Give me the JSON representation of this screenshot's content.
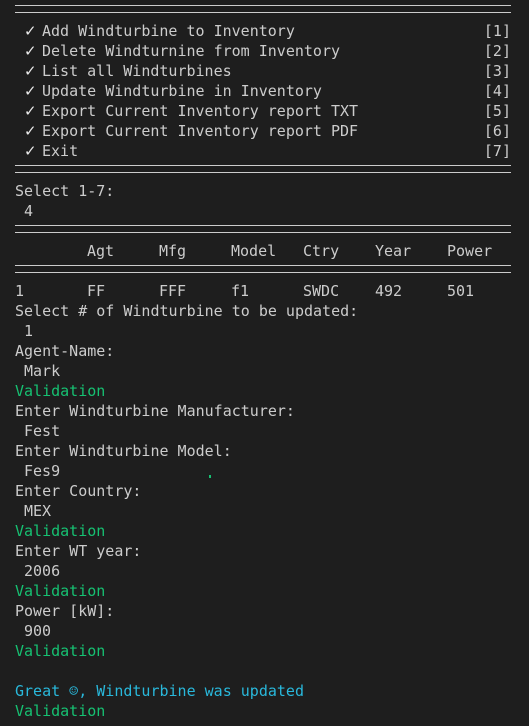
{
  "menu": {
    "items": [
      {
        "check": "✓",
        "label": "Add Windturbine to Inventory",
        "key": "[1]"
      },
      {
        "check": "✓",
        "label": "Delete Windturnine from Inventory",
        "key": "[2]"
      },
      {
        "check": "✓",
        "label": "List all Windturbines",
        "key": "[3]"
      },
      {
        "check": "✓",
        "label": "Update Windturbine in Inventory",
        "key": "[4]"
      },
      {
        "check": "✓",
        "label": "Export Current Inventory report TXT",
        "key": "[5]"
      },
      {
        "check": "✓",
        "label": "Export Current Inventory report PDF",
        "key": "[6]"
      },
      {
        "check": "✓",
        "label": "Exit",
        "key": "[7]"
      }
    ],
    "select_prompt": "Select 1-7:",
    "selected": "4"
  },
  "table": {
    "headers": [
      "Agt",
      "Mfg",
      "Model",
      "Ctry",
      "Year",
      "Power"
    ],
    "rows": [
      {
        "num": "1",
        "cells": [
          "FF",
          "FFF",
          "f1",
          "SWDC",
          "492",
          "501"
        ]
      }
    ]
  },
  "update": {
    "select_prompt": "Select # of Windturbine to be updated:",
    "select_value": "1",
    "agent_prompt": "Agent-Name:",
    "agent_value": "Mark",
    "validation": "Validation",
    "mfg_prompt": "Enter Windturbine Manufacturer:",
    "mfg_value": "Fest",
    "model_prompt": "Enter Windturbine Model:",
    "model_value": "Fes9",
    "country_prompt": "Enter Country:",
    "country_value": "MEX",
    "year_prompt": "Enter WT year:",
    "year_value": "2006",
    "power_prompt": "Power [kW]:",
    "power_value": "900",
    "success_message": "Great ☺, Windturbine was updated"
  },
  "colors": {
    "background": "#1e1e1e",
    "text": "#cccccc",
    "validation": "#16c172",
    "success": "#29b8db"
  }
}
